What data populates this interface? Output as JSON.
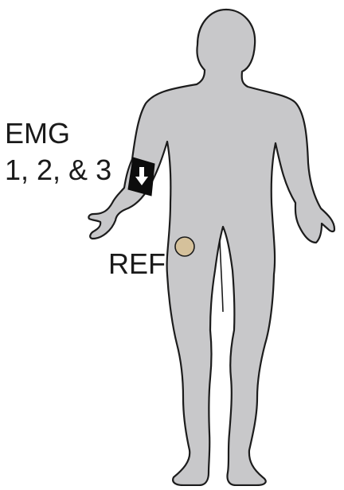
{
  "labels": {
    "emg_line_1": "EMG",
    "emg_line_2": "1, 2, & 3",
    "ref": "REF"
  },
  "colors": {
    "body_fill": "#c8c8ca",
    "body_outline": "#1c1c1c",
    "armband": "#0c0c0c",
    "arrow": "#ffffff",
    "ref_electrode": "#d5c19b",
    "ref_electrode_outline": "#1c1c1c"
  },
  "icons": {
    "armband_arrow": "down-arrow-icon"
  }
}
